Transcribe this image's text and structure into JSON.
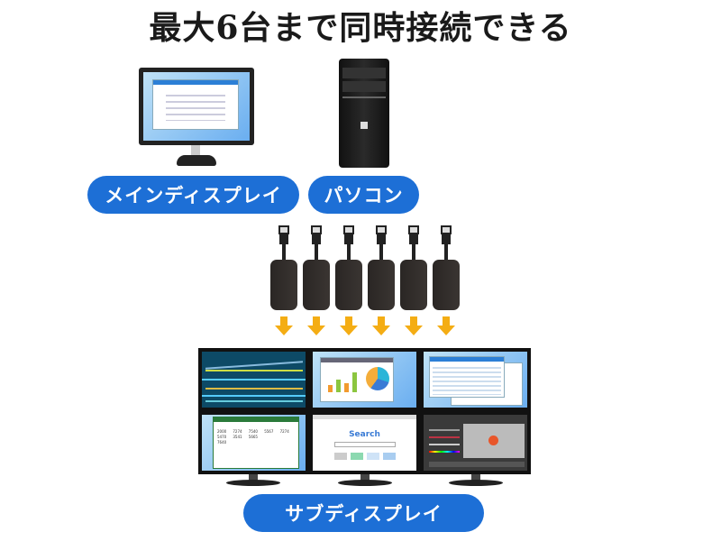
{
  "title": "最大6台まで同時接続できる",
  "labels": {
    "main_display": "メインディスプレイ",
    "pc": "パソコン",
    "sub_display": "サブディスプレイ"
  },
  "browser_screen": {
    "search_logo": "Search"
  },
  "spreadsheet_values": [
    "2000",
    "7274",
    "7540",
    "5567",
    "7274",
    "5470",
    "3541",
    "5665",
    "7640"
  ],
  "colors": {
    "pill_blue": "#1d6fd6",
    "arrow_orange": "#f4ad14",
    "adapter": "#2a2624"
  },
  "adapter_count": 6
}
